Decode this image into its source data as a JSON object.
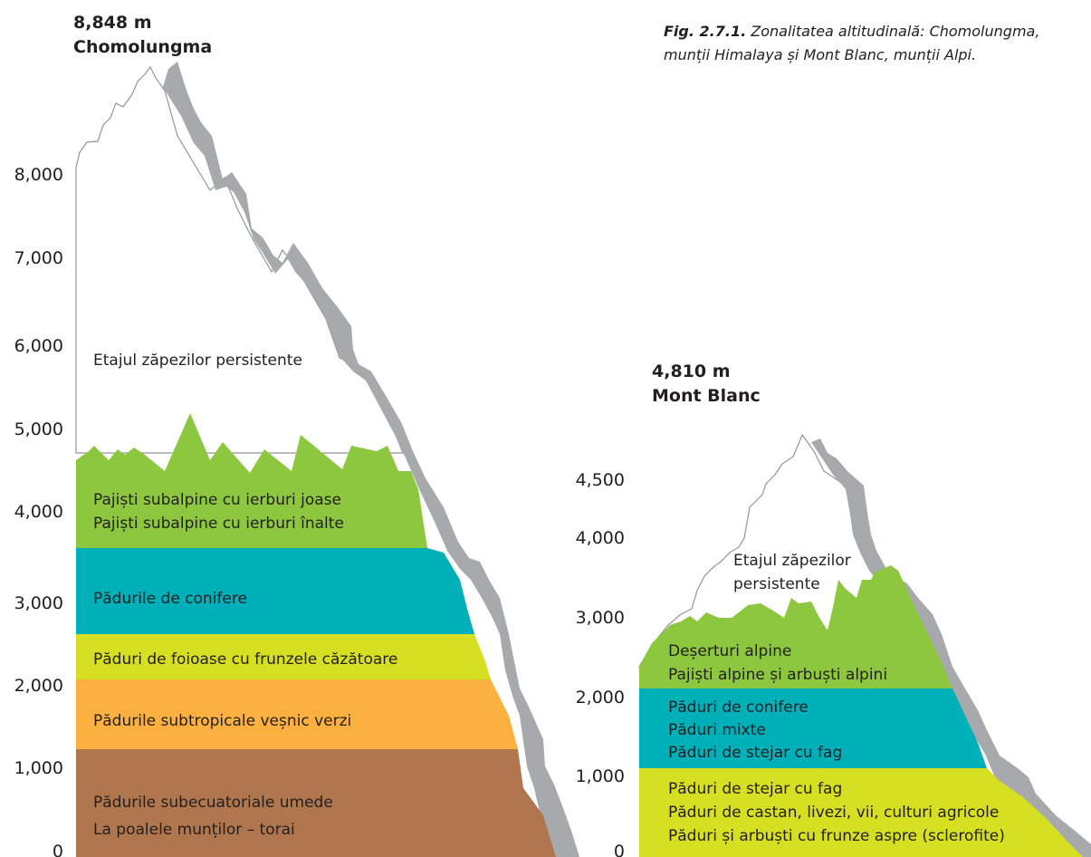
{
  "caption": {
    "label": "Fig. 2.7.1.",
    "line1": "Zonalitatea altitudinală: Chomolungma,",
    "line2": "munții Himalaya și Mont Blanc, munții Alpi."
  },
  "chomolungma": {
    "height_label": "8,848 m",
    "name": "Chomolungma",
    "axis_ticks": [
      "0",
      "1,000",
      "2,000",
      "3,000",
      "4,000",
      "5,000",
      "6,000",
      "7,000",
      "8,000"
    ],
    "zones": {
      "snow": "Etajul zăpezilor persistente",
      "meadow_low": "Pajiști subalpine cu ierburi joase",
      "meadow_high": "Pajiști subalpine cu ierburi înalte",
      "conifer": "Pădurile de conifere",
      "deciduous": "Păduri de foioase cu frunzele căzătoare",
      "subtropical": "Pădurile subtropicale veșnic verzi",
      "subequatorial": "Pădurile subecuatoriale umede",
      "foothills": "La poalele munților – torai"
    }
  },
  "mont_blanc": {
    "height_label": "4,810 m",
    "name": "Mont Blanc",
    "axis_ticks": [
      "0",
      "1,000",
      "2,000",
      "3,000",
      "4,000",
      "4,500"
    ],
    "zones": {
      "snow_line1": "Etajul zăpezilor",
      "snow_line2": "persistente",
      "alpine_desert": "Deșerturi alpine",
      "alpine_meadow": "Pajiști alpine și arbuști alpini",
      "conifer": "Păduri de conifere",
      "mixed": "Păduri mixte",
      "oak_beech_1": "Păduri de stejar cu fag",
      "oak_beech_2": "Păduri de stejar cu fag",
      "chestnut": "Păduri de castan, livezi, vii, culturi agricole",
      "sclerophyll": "Păduri și arbuști cu frunze aspre (sclerofite)"
    }
  },
  "colors": {
    "snow": "#ffffff",
    "meadow": "#8dc63f",
    "conifer": "#00b0b9",
    "deciduous": "#d7df23",
    "subtropical": "#fbb040",
    "subequatorial": "#b0764e",
    "rock": "#a7a9ac",
    "outline": "#939598"
  }
}
